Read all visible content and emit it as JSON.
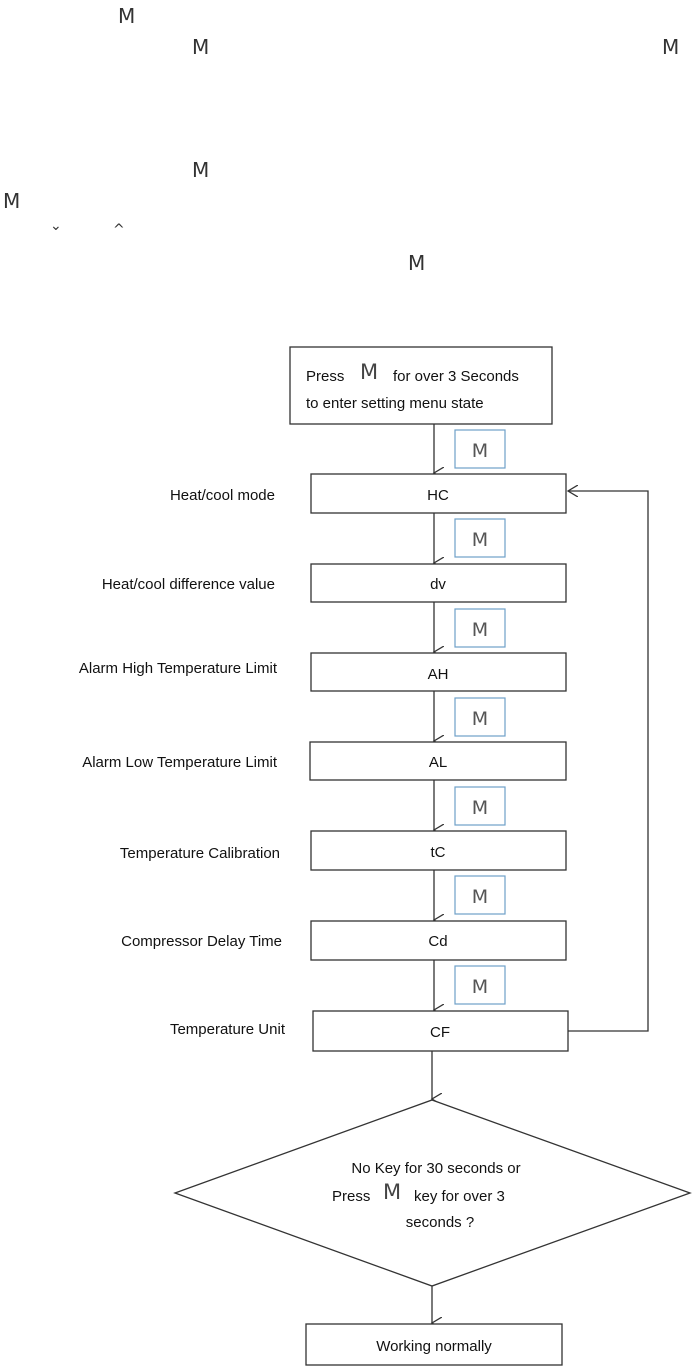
{
  "top_glyphs": {
    "m1": "M",
    "m2": "M",
    "m3": "M",
    "m4": "M",
    "m5": "M",
    "m6": "M",
    "down": "⌄",
    "up": "^"
  },
  "flow": {
    "start": {
      "line1_a": "Press",
      "line1_key": "M",
      "line1_b": "for over 3 Seconds",
      "line2": "to enter setting menu state"
    },
    "key_label": "M",
    "steps": [
      {
        "label": "Heat/cool mode",
        "code": "HC"
      },
      {
        "label": "Heat/cool difference value",
        "code": "dv"
      },
      {
        "label": "Alarm High Temperature Limit",
        "code": "AH"
      },
      {
        "label": "Alarm Low Temperature Limit",
        "code": "AL"
      },
      {
        "label": "Temperature Calibration",
        "code": "tC"
      },
      {
        "label": "Compressor Delay Time",
        "code": "Cd"
      },
      {
        "label": "Temperature Unit",
        "code": "CF"
      }
    ],
    "decision": {
      "line1": "No Key for 30 seconds or",
      "line2_a": "Press",
      "line2_key": "M",
      "line2_b": "key for over 3",
      "line3": "seconds ?"
    },
    "end": "Working normally"
  },
  "colors": {
    "key_box_border": "#6fa0c8",
    "line": "#333333"
  }
}
